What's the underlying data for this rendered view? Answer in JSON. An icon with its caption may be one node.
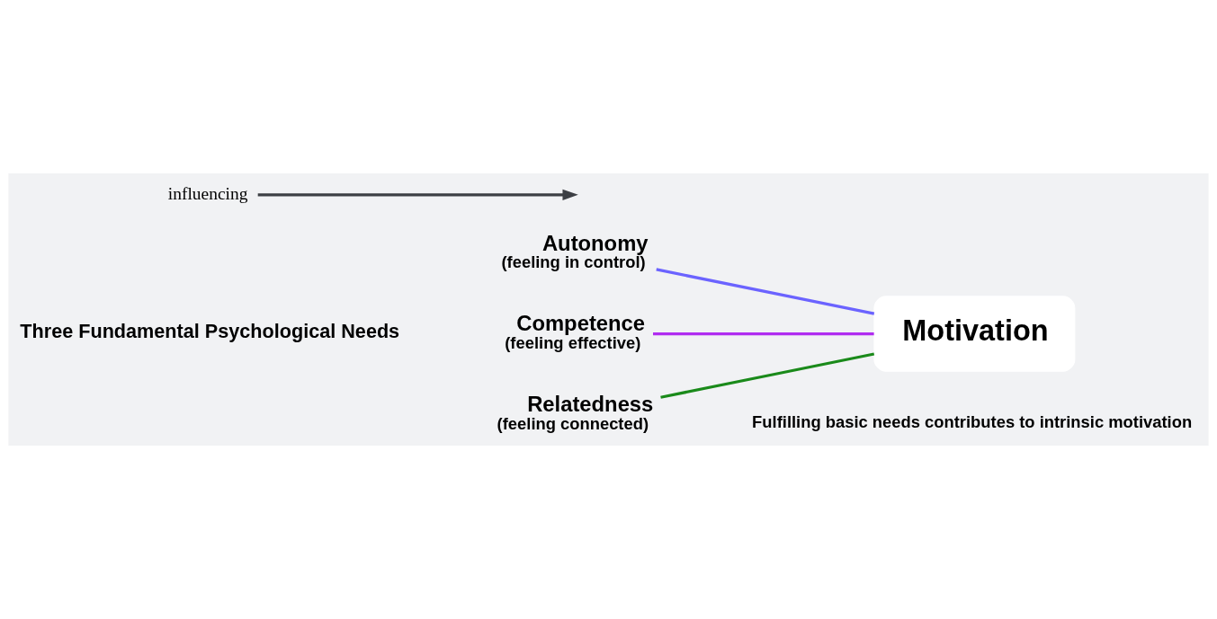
{
  "diagram": {
    "nodes": [
      {
        "text": [
          "Autonomy",
          "(feeling in control)"
        ]
      },
      {
        "text": [
          "Competence",
          "(feeling effective)"
        ]
      },
      {
        "text": [
          "Relatedness",
          "(feeling connected)"
        ]
      },
      {
        "text": [
          "Motivation"
        ],
        "beside": [
          "Fulfilling basic needs contributes to intrinsic motivation"
        ]
      },
      {
        "text": [
          "influencing"
        ]
      }
    ],
    "edges": [
      {
        "from": 0,
        "to": 3,
        "arrow": "none",
        "color": "#6b63ff"
      },
      {
        "from": 1,
        "to": 3,
        "arrow": "none",
        "color": "#b02cf0"
      },
      {
        "from": 2,
        "to": 3,
        "arrow": "none",
        "color": "#1a8a1a"
      },
      {
        "from": 4,
        "to": null,
        "arrow": "to",
        "color": "#3c3f44"
      }
    ],
    "labels": [
      "Three Fundamental Psychological Needs"
    ]
  }
}
